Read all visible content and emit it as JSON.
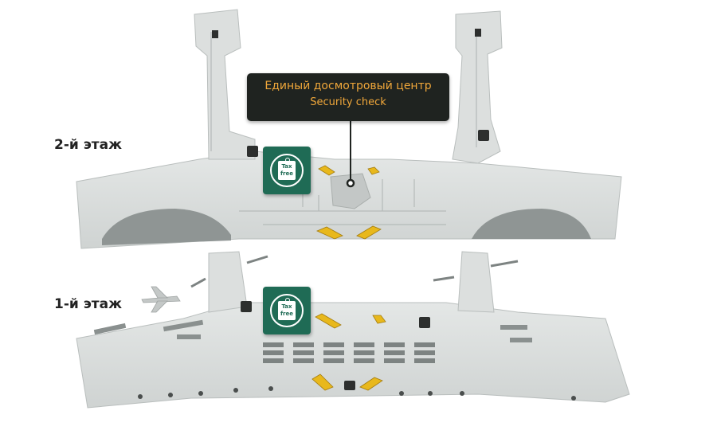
{
  "floors": [
    {
      "label": "2-й этаж"
    },
    {
      "label": "1-й этаж"
    }
  ],
  "callout": {
    "title_ru": "Единый досмотровый центр",
    "title_en": "Security check"
  },
  "tax_free": {
    "line1": "Tax",
    "line2": "free"
  },
  "colors": {
    "building": "#d9dcdb",
    "building_edge": "#b9bebd",
    "tax_free_badge": "#1f6b55",
    "escalator": "#e8b81c",
    "callout_bg": "#1f2320",
    "callout_text": "#f0a73a"
  },
  "icons": [
    "tax-free-icon",
    "airplane-icon",
    "escalator-icon",
    "elevator-icon",
    "callout-pin-icon"
  ]
}
